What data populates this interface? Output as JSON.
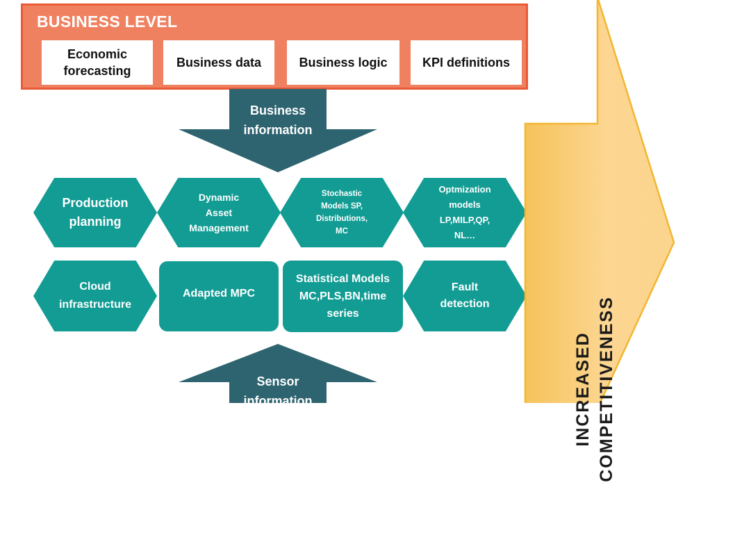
{
  "business": {
    "title": "BUSINESS LEVEL",
    "cards": [
      "Economic\nforecasting",
      "Business data",
      "Business logic",
      "KPI definitions"
    ]
  },
  "arrows": {
    "business_info": "Business\ninformation",
    "sensor_info": "Sensor\ninformation"
  },
  "row1": [
    "Production\nplanning",
    "Dynamic\nAsset\nManagement",
    "Stochastic\nModels SP,\nDistributions,\nMC",
    "Optmization\nmodels\nLP,MILP,QP,\nNL…"
  ],
  "row2": [
    "Cloud\ninfrastructure",
    "Adapted MPC",
    "Statistical Models\nMC,PLS,BN,time\nseries",
    "Fault detection"
  ],
  "competitiveness": {
    "line1": "INCREASED",
    "line2": "COMPETITIVENESS"
  },
  "colors": {
    "business_fill": "#f08160",
    "business_border": "#ea5a37",
    "teal": "#129c94",
    "arrow_dark": "#2e6470",
    "competitiveness_fill": "#fbd28a",
    "competitiveness_border": "#f2b632"
  }
}
